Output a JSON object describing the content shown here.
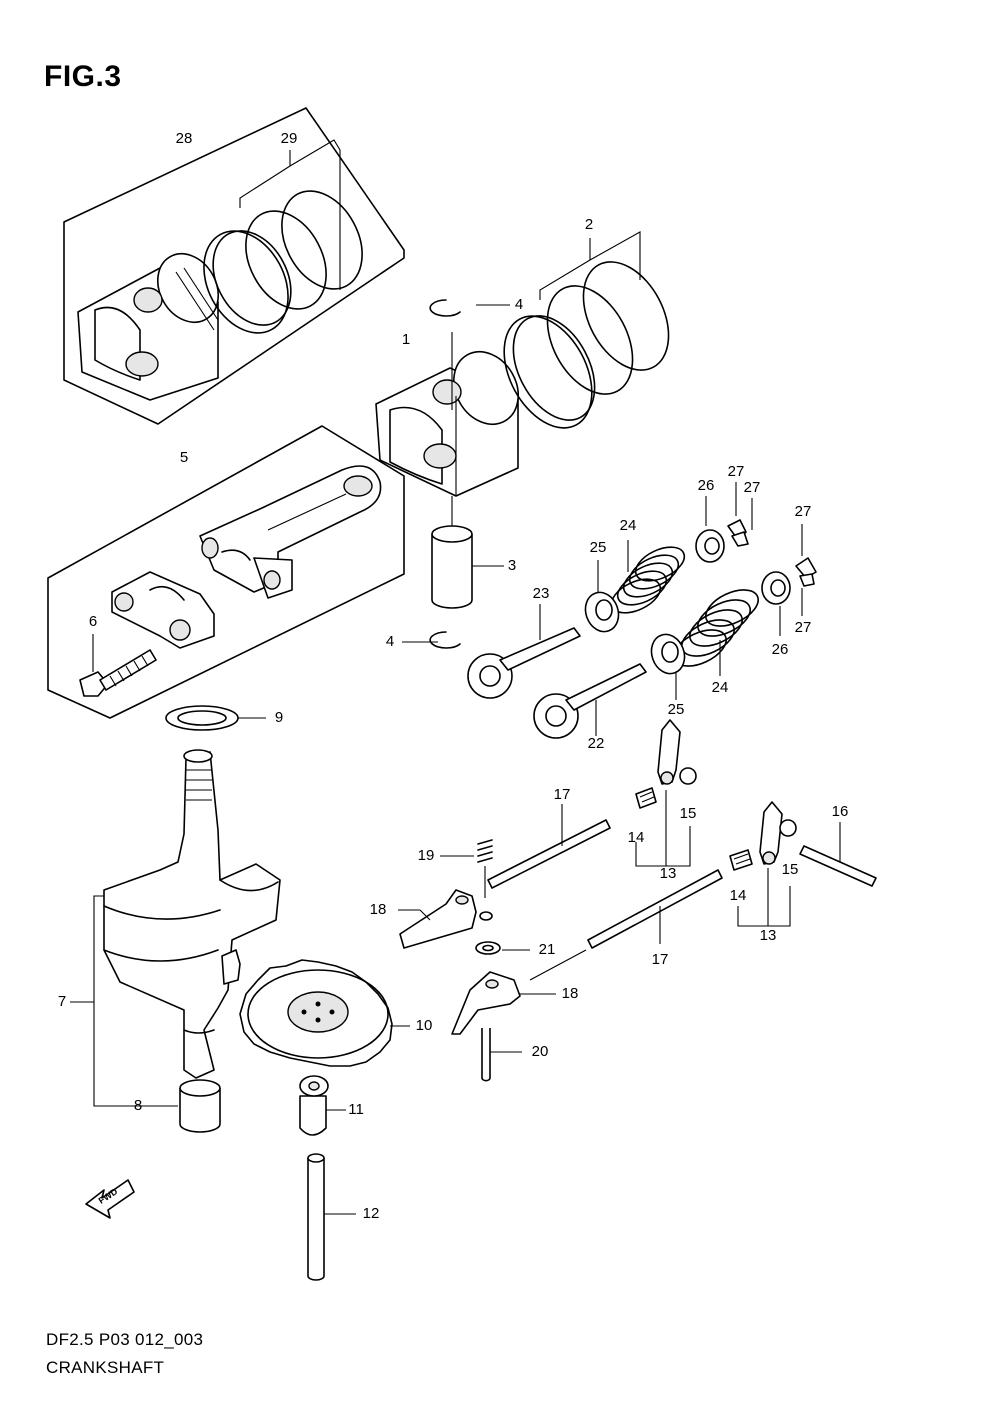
{
  "figure": {
    "title": "FIG.3",
    "drawing_code": "DF2.5 P03 012_003",
    "name": "CRANKSHAFT",
    "direction_badge": "FWD"
  },
  "callouts": {
    "c1": "1",
    "c2": "2",
    "c3": "3",
    "c4a": "4",
    "c4b": "4",
    "c5": "5",
    "c6": "6",
    "c7": "7",
    "c8": "8",
    "c9": "9",
    "c10": "10",
    "c11": "11",
    "c12": "12",
    "c13a": "13",
    "c13b": "13",
    "c14a": "14",
    "c14b": "14",
    "c15a": "15",
    "c15b": "15",
    "c16": "16",
    "c17a": "17",
    "c17b": "17",
    "c18a": "18",
    "c18b": "18",
    "c19": "19",
    "c20": "20",
    "c21": "21",
    "c22": "22",
    "c23": "23",
    "c24a": "24",
    "c24b": "24",
    "c25a": "25",
    "c25b": "25",
    "c26a": "26",
    "c26b": "26",
    "c27a": "27",
    "c27b": "27",
    "c27c": "27",
    "c27d": "27",
    "c28": "28",
    "c29": "29"
  }
}
